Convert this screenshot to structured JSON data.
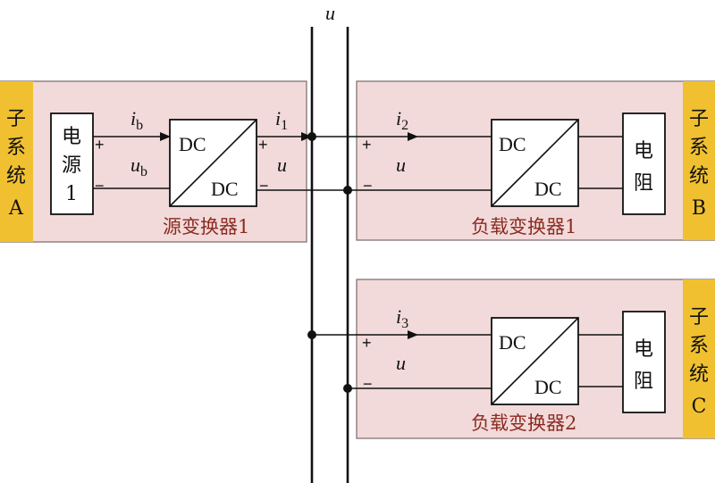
{
  "bus_label": "u",
  "colors": {
    "panel_fill": "#f2dada",
    "panel_stroke": "#7a6a6a",
    "tag_fill": "#f0c030",
    "caption": "#8b2b20",
    "line": "#111111"
  },
  "subsystem_a": {
    "tag": [
      "子",
      "系",
      "统",
      "A"
    ],
    "source_box": [
      "电",
      "源",
      "1"
    ],
    "current_label": "i",
    "current_sub": "b",
    "voltage_label": "u",
    "voltage_sub": "b",
    "plus": "+",
    "minus": "−",
    "converter_top": "DC",
    "converter_bottom": "DC",
    "out_plus": "+",
    "out_minus": "−",
    "out_current": "i",
    "out_current_sub": "1",
    "out_voltage": "u",
    "caption": "源变换器1"
  },
  "subsystem_b": {
    "tag": [
      "子",
      "系",
      "统",
      "B"
    ],
    "load_box": [
      "电",
      "阻"
    ],
    "current_label": "i",
    "current_sub": "2",
    "voltage_label": "u",
    "plus": "+",
    "minus": "−",
    "converter_top": "DC",
    "converter_bottom": "DC",
    "caption": "负载变换器1"
  },
  "subsystem_c": {
    "tag": [
      "子",
      "系",
      "统",
      "C"
    ],
    "load_box": [
      "电",
      "阻"
    ],
    "current_label": "i",
    "current_sub": "3",
    "voltage_label": "u",
    "plus": "+",
    "minus": "−",
    "converter_top": "DC",
    "converter_bottom": "DC",
    "caption": "负载变换器2"
  }
}
